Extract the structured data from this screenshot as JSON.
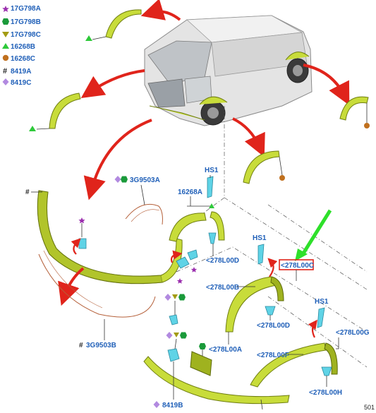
{
  "legend": [
    {
      "code": "17G798A",
      "symbol": "star",
      "color": "#9b2fae"
    },
    {
      "code": "17G798B",
      "symbol": "hexagon",
      "color": "#1a9a3a"
    },
    {
      "code": "17G798C",
      "symbol": "triangle-down",
      "color": "#a39b12"
    },
    {
      "code": "16268B",
      "symbol": "triangle-up",
      "color": "#2ec93a"
    },
    {
      "code": "16268C",
      "symbol": "circle",
      "color": "#c0701e"
    },
    {
      "code": "8419A",
      "symbol": "#",
      "color": "#222222"
    },
    {
      "code": "8419C",
      "symbol": "diamond",
      "color": "#b28ae0"
    }
  ],
  "callouts": {
    "c_3g9503a": "3G9503A",
    "c_hs1_top": "HS1",
    "c_16268a": "16268A",
    "c_278l00d_left": "<278L00D",
    "c_hs1_mid": "HS1",
    "c_278l00c": "<278L00C",
    "c_278l00b": "<278L00B",
    "c_278l00d_right": "<278L00D",
    "c_278l00a": "<278L00A",
    "c_hs1_right": "HS1",
    "c_278l00g": "<278L00G",
    "c_278l00f": "<278L00F",
    "c_278l00h": "<278L00H",
    "c_3g9503b": "3G9503B",
    "c_3g9503b_prefix": "#",
    "c_8419b": "8419B",
    "c_hash_left": "#"
  },
  "page_number": "501",
  "colors": {
    "part_fill": "#c8dc3a",
    "arrow_red": "#e0241b",
    "arrow_green": "#2ee02a",
    "label_blue": "#1f5fb8",
    "highlight_box": "#e0241b",
    "clip_cyan": "#5fd3e6"
  },
  "icons": [
    "star-icon",
    "hexagon-icon",
    "triangle-down-icon",
    "triangle-up-icon",
    "circle-icon",
    "hash-icon",
    "diamond-icon"
  ]
}
